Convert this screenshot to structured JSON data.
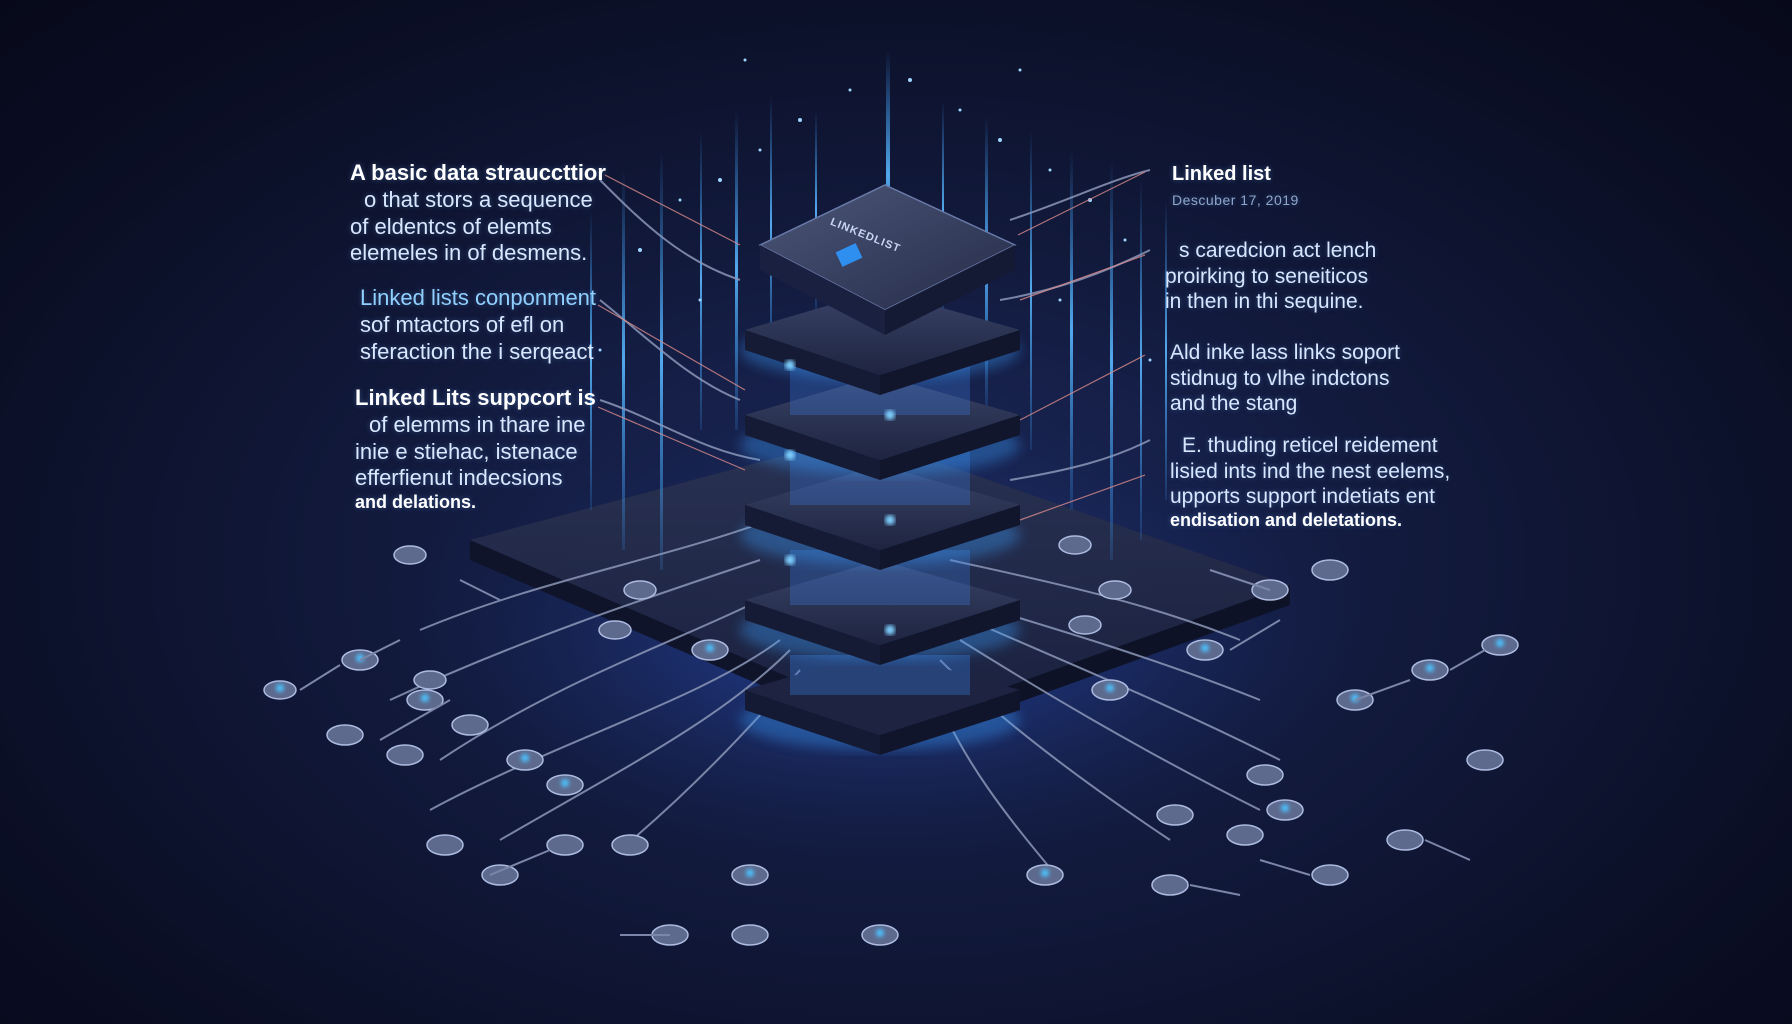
{
  "colors": {
    "background": "#0b0f26",
    "glow": "#3aa0ff",
    "chip": "#2a3250",
    "text": "#d9e8ff",
    "accent_text": "#8fd0ff"
  },
  "chip_label": "LINKEDLIST",
  "left_callouts": [
    {
      "lines": [
        "A basic data strauccttior",
        "o that stors a sequence",
        "of eldentcs of elemts",
        "elemeles in of desmens."
      ]
    },
    {
      "lines": [
        "Linked lists conponment",
        "sof mtactors of efl on",
        "sferaction the i serqeact"
      ]
    },
    {
      "lines": [
        "Linked Lits suppcort is",
        "of elemms in thare ine",
        "inie e stiehac, istenace",
        "efferfienut indecsions",
        "and delations."
      ]
    }
  ],
  "right_title": "Linked list",
  "right_date": "Descuber 17, 2019",
  "right_callouts": [
    {
      "lines": [
        "s caredcion act lench",
        "proirking to seneiticos",
        "in then in thi sequine."
      ]
    },
    {
      "lines": [
        "Ald inke lass links soport",
        "stidnug to vlhe indctons",
        "and the  stang"
      ]
    },
    {
      "lines": [
        "E. thuding reticel reidement",
        "lisied ints ind the nest eelems,",
        "upports support indetiats ent",
        "endisation and deletations."
      ]
    }
  ]
}
